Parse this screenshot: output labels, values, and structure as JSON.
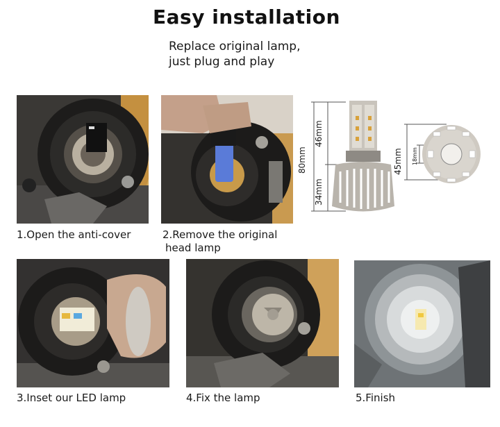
{
  "header": {
    "title": "Easy installation",
    "subtitle_line1": "Replace original lamp,",
    "subtitle_line2": "just plug and play"
  },
  "steps": [
    {
      "caption": "1.Open the anti-cover"
    },
    {
      "caption_line1": "2.Remove the original",
      "caption_line2": "head lamp"
    },
    {
      "caption": "3.Inset our LED lamp"
    },
    {
      "caption": "4.Fix the lamp"
    },
    {
      "caption": "5.Finish"
    }
  ],
  "diagram": {
    "total_height": "80mm",
    "upper_height": "46mm",
    "lower_height": "34mm",
    "diameter": "45mm",
    "inner_diameter": "18mm"
  },
  "colors": {
    "photo_dark": "#2a2a2a",
    "lamp_silver": "#bdb6a8",
    "lamp_blue": "#5a7bd8"
  }
}
